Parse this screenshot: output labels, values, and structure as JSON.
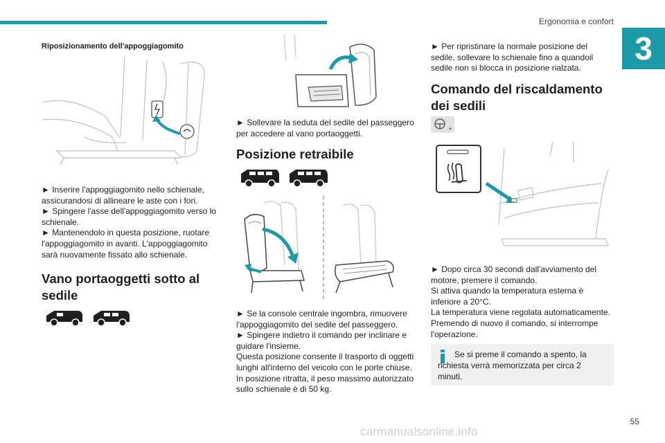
{
  "header": {
    "section_title": "Ergonomia e confort",
    "chapter_number": "3",
    "accent_color": "#1c9aa7"
  },
  "page_number": "55",
  "watermark": "carmanualsonline.info",
  "col1": {
    "subheading": "Riposizionamento dell'appoggiagomito",
    "steps": [
      "► Inserire l'appoggiagomito nello schienale, assicurandosi di allineare le aste con i fori.",
      "► Spingere l'asse dell'appoggiagomito verso lo schienale.",
      "► Mantenendolo in questa posizione, ruotare l'appoggiagomito in avanti. L'appoggiagomito sarà nuovamente fissato allo schienale."
    ],
    "heading": "Vano portaoggetti sotto al sedile"
  },
  "col2": {
    "step_top": "► Sollevare la seduta del sedile del passeggero per accedere al vano portaoggetti.",
    "heading": "Posizione retraibile",
    "steps": [
      "► Se la console centrale ingombra, rimuovere l'appoggiagomito del sedile del passeggero.",
      "► Spingere indietro il comando per inclinare e guidare l'insieme.",
      "Questa posizione consente il trasporto di oggetti lunghi all'interno del veicolo con le porte chiuse.",
      "In posizione ritratta, il peso massimo autorizzato sullo schienale è di 50 kg."
    ]
  },
  "col3": {
    "step_top": "► Per ripristinare la normale posizione del sedile, sollevare lo schienale fino a quandoil sedile non si blocca in posizione rialzata.",
    "heading": "Comando del riscaldamento dei sedili",
    "steps": [
      "► Dopo circa 30 secondi dall'avviamento del motore, premere il comando.",
      "Si attiva quando la temperatura esterna è inferiore a 20°C.",
      "La temperatura viene regolata automaticamente.",
      "Premendo di nuovo il comando, si interrompe l'operazione."
    ],
    "info_note": "Se si preme il comando a spento, la richiesta verrà memorizzata per circa 2 minuti."
  },
  "icons": [
    "armrest-illustration",
    "van-icon",
    "seat-lift-illustration",
    "seat-fold-illustration",
    "steering-wheel-icon",
    "seat-heating-button-icon",
    "info-icon"
  ]
}
